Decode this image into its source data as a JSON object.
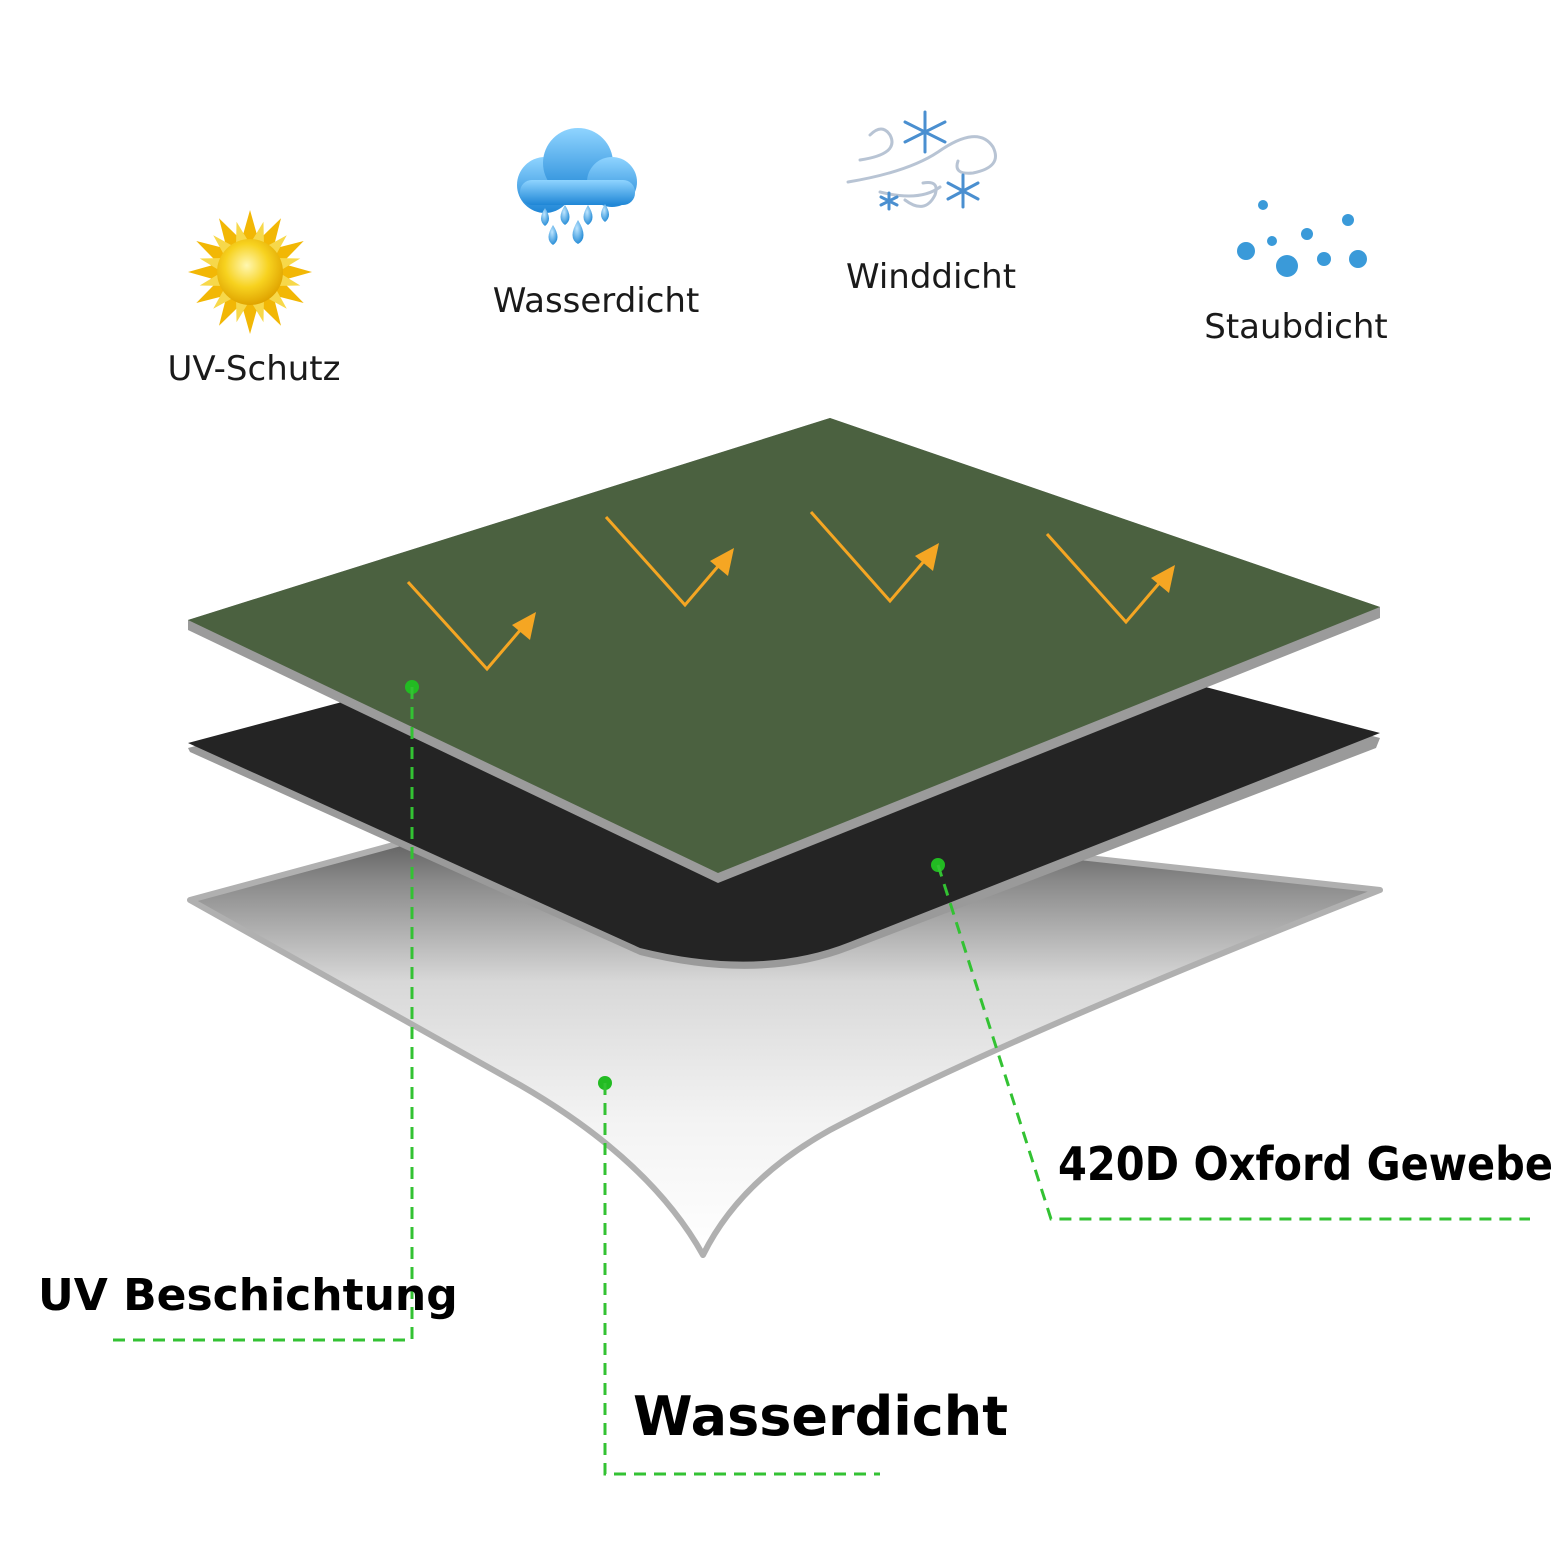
{
  "features": [
    {
      "label": "UV-Schutz",
      "icon": "sun-icon"
    },
    {
      "label": "Wasserdicht",
      "icon": "rain-cloud-icon"
    },
    {
      "label": "Winddicht",
      "icon": "wind-snowflake-icon"
    },
    {
      "label": "Staubdicht",
      "icon": "dust-particles-icon"
    }
  ],
  "layers": {
    "top": {
      "label": "UV Beschichtung",
      "color": "#4b6140"
    },
    "middle": {
      "label": "420D Oxford Gewebe",
      "color": "#242424"
    },
    "bottom": {
      "label": "Wasserdicht",
      "color": "#f2f2f2"
    }
  },
  "colors": {
    "callout_line": "#33c233",
    "callout_dot": "#22bb22",
    "reflection_arrow": "#f5a623",
    "sun": "#f7c815",
    "rain_cloud": "#3aa0e6",
    "dust": "#3a9ad9"
  }
}
